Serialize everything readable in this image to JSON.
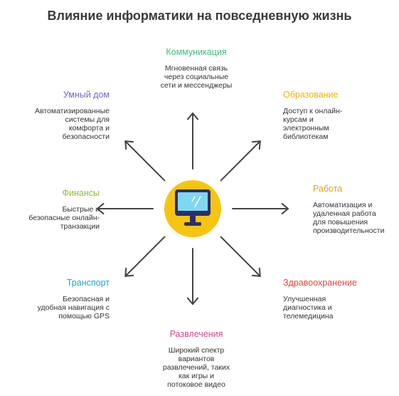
{
  "title": "Влияние информатики на повседневную жизнь",
  "colors": {
    "arrow": "#444444",
    "center_circle": "#F7C511",
    "monitor_frame": "#2B2E6B",
    "monitor_screen": "#7FD8EE"
  },
  "center_icon": "computer-monitor-icon",
  "nodes": {
    "communication": {
      "label": "Коммуникация",
      "color": "#3DBE7A",
      "desc": [
        "Мгновенная связь",
        "через социальные",
        "сети и мессенджеры"
      ]
    },
    "education": {
      "label": "Образование",
      "color": "#E8B400",
      "desc": [
        "Доступ к онлайн-",
        "курсам и",
        "электронным",
        "библиотекам"
      ]
    },
    "work": {
      "label": "Работа",
      "color": "#E89A1C",
      "desc": [
        "Автоматизация и",
        "удаленная работа",
        "для повышения",
        "производительности"
      ]
    },
    "health": {
      "label": "Здравоохранение",
      "color": "#E0453C",
      "desc": [
        "Улучшенная",
        "диагностика и",
        "телемедицина"
      ]
    },
    "entertainment": {
      "label": "Развлечения",
      "color": "#D6478F",
      "desc": [
        "Широкий спектр",
        "вариантов",
        "развлечений, таких",
        "как игры и",
        "потоковое видео"
      ]
    },
    "transport": {
      "label": "Транспорт",
      "color": "#1AA5C8",
      "desc": [
        "Безопасная и",
        "удобная навигация с",
        "помощью GPS"
      ]
    },
    "finance": {
      "label": "Финансы",
      "color": "#8CBF2E",
      "desc": [
        "Быстрые и",
        "безопасные онлайн-",
        "транзакции"
      ]
    },
    "smart_home": {
      "label": "Умный дом",
      "color": "#7B5FC7",
      "desc": [
        "Автоматизированные",
        "системы для",
        "комфорта и",
        "безопасности"
      ]
    }
  }
}
